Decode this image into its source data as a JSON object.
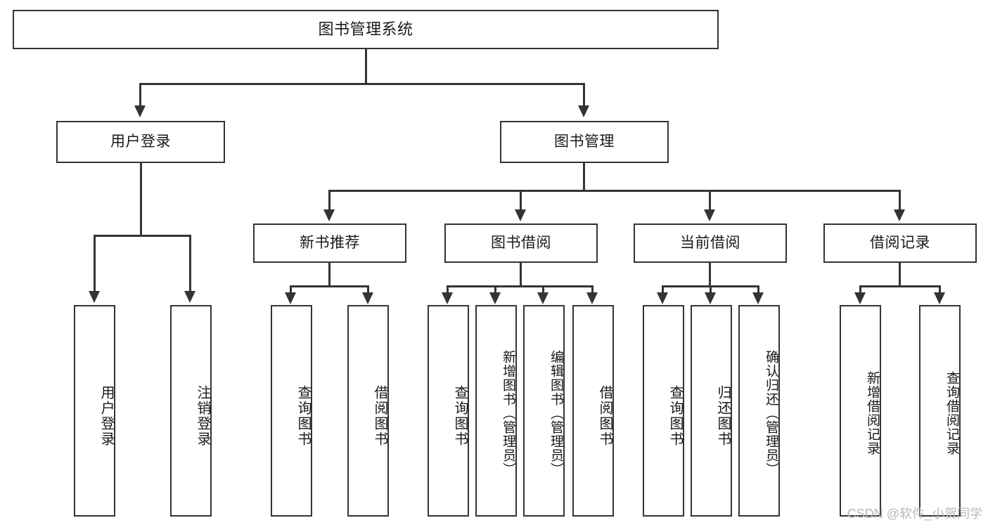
{
  "diagram": {
    "title": "图书管理系统",
    "type": "hierarchy-tree",
    "root": {
      "label": "图书管理系统"
    },
    "level2": [
      {
        "label": "用户登录"
      },
      {
        "label": "图书管理"
      }
    ],
    "level3": [
      {
        "label": "新书推荐"
      },
      {
        "label": "图书借阅"
      },
      {
        "label": "当前借阅"
      },
      {
        "label": "借阅记录"
      }
    ],
    "leaves": {
      "user_login": [
        {
          "label": "用户登录"
        },
        {
          "label": "注销登录"
        }
      ],
      "new_book_recommend": [
        {
          "label": "查询图书"
        },
        {
          "label": "借阅图书"
        }
      ],
      "book_borrow": [
        {
          "label": "查询图书"
        },
        {
          "label": "新增图书（管理员）"
        },
        {
          "label": "编辑图书（管理员）"
        },
        {
          "label": "借阅图书"
        }
      ],
      "current_borrow": [
        {
          "label": "查询图书"
        },
        {
          "label": "归还图书"
        },
        {
          "label": "确认归还（管理员）"
        }
      ],
      "borrow_record": [
        {
          "label": "新增借阅记录"
        },
        {
          "label": "查询借阅记录"
        }
      ]
    }
  },
  "watermark": {
    "text": "CSDN @软件_小贺同学"
  },
  "colors": {
    "stroke": "#343434",
    "fill": "#ffffff",
    "text": "#1a1a1a",
    "watermark": "#b9b9b9"
  }
}
